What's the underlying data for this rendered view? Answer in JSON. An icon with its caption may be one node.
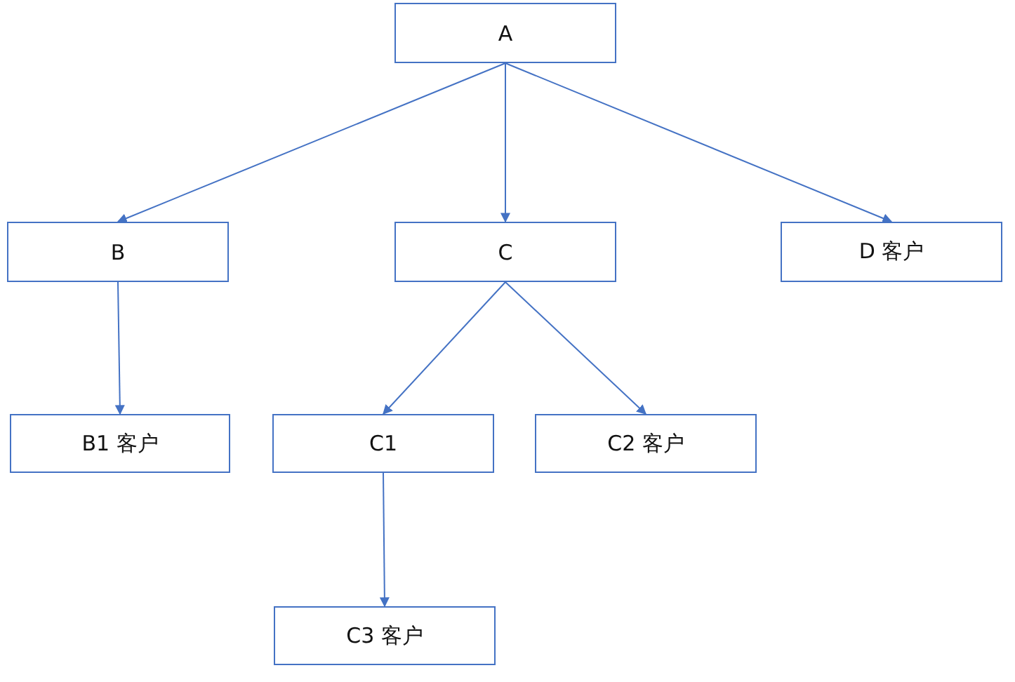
{
  "diagram": {
    "nodes": [
      {
        "text": [
          "A"
        ]
      },
      {
        "text": [
          "B"
        ]
      },
      {
        "text": [
          "C"
        ]
      },
      {
        "text": [
          "D 客户"
        ]
      },
      {
        "text": [
          "B1 客户"
        ]
      },
      {
        "text": [
          "C1"
        ]
      },
      {
        "text": [
          "C2 客户"
        ]
      },
      {
        "text": [
          "C3 客户"
        ]
      }
    ],
    "edges": [
      {
        "from": 0,
        "to": 1,
        "arrow": "to"
      },
      {
        "from": 0,
        "to": 2,
        "arrow": "to"
      },
      {
        "from": 0,
        "to": 3,
        "arrow": "to"
      },
      {
        "from": 1,
        "to": 4,
        "arrow": "to"
      },
      {
        "from": 2,
        "to": 5,
        "arrow": "to"
      },
      {
        "from": 2,
        "to": 6,
        "arrow": "to"
      },
      {
        "from": 5,
        "to": 7,
        "arrow": "to"
      }
    ]
  }
}
